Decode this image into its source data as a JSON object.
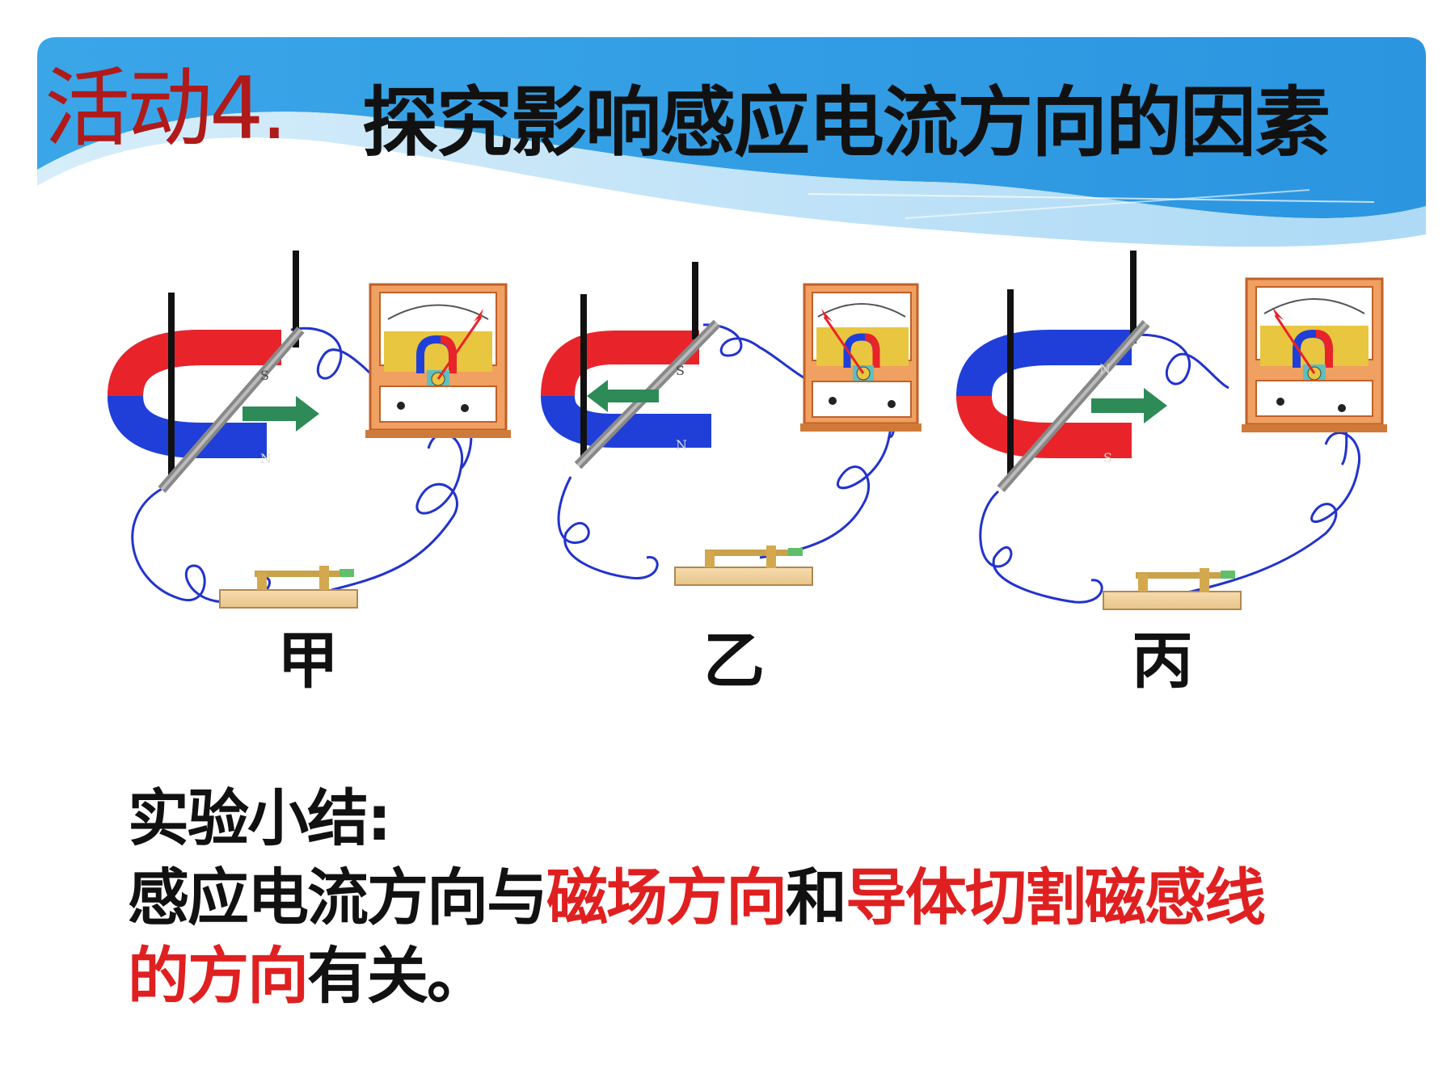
{
  "title": {
    "prefix": "活动4.",
    "main": "探究影响感应电流方向的因素"
  },
  "setups": [
    {
      "label": "甲",
      "magnet_top_pole": "S",
      "magnet_bottom_pole": "N",
      "arrow": "right"
    },
    {
      "label": "乙",
      "magnet_top_pole": "S",
      "magnet_bottom_pole": "N",
      "arrow": "left"
    },
    {
      "label": "丙",
      "magnet_top_pole": "N",
      "magnet_bottom_pole": "S",
      "arrow": "right"
    }
  ],
  "summary": {
    "heading": "实验小结:",
    "line2_a": "感应电流方向与",
    "line2_b": "磁场方向",
    "line2_c": "和",
    "line2_d": "导体切割磁感线",
    "line3_a": "的方向",
    "line3_b": "有关。"
  },
  "colors": {
    "title_prefix": "#b01a1a",
    "highlight": "#e02020",
    "banner": "#2f9fe6",
    "magnet_red": "#e8242a",
    "magnet_blue": "#1f3fd8",
    "arrow": "#2e8b57"
  }
}
